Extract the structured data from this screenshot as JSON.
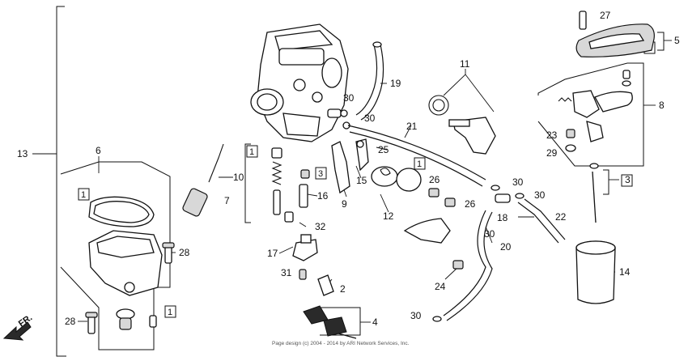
{
  "diagram": {
    "callouts": {
      "c1": "1",
      "c2": "2",
      "c3": "3",
      "c4": "4",
      "c5": "5",
      "c6": "6",
      "c7": "7",
      "c8": "8",
      "c9": "9",
      "c10": "10",
      "c11": "11",
      "c12": "12",
      "c13": "13",
      "c14": "14",
      "c15": "15",
      "c16": "16",
      "c17": "17",
      "c18": "18",
      "c19": "19",
      "c20": "20",
      "c21": "21",
      "c22": "22",
      "c23": "23",
      "c24": "24",
      "c25": "25",
      "c26": "26",
      "c27": "27",
      "c28": "28",
      "c29": "29",
      "c30": "30",
      "c31": "31",
      "c32": "32"
    },
    "front_arrow": "FR.",
    "copyright": "Page design (c) 2004 - 2014 by ARI Network Services, Inc."
  }
}
